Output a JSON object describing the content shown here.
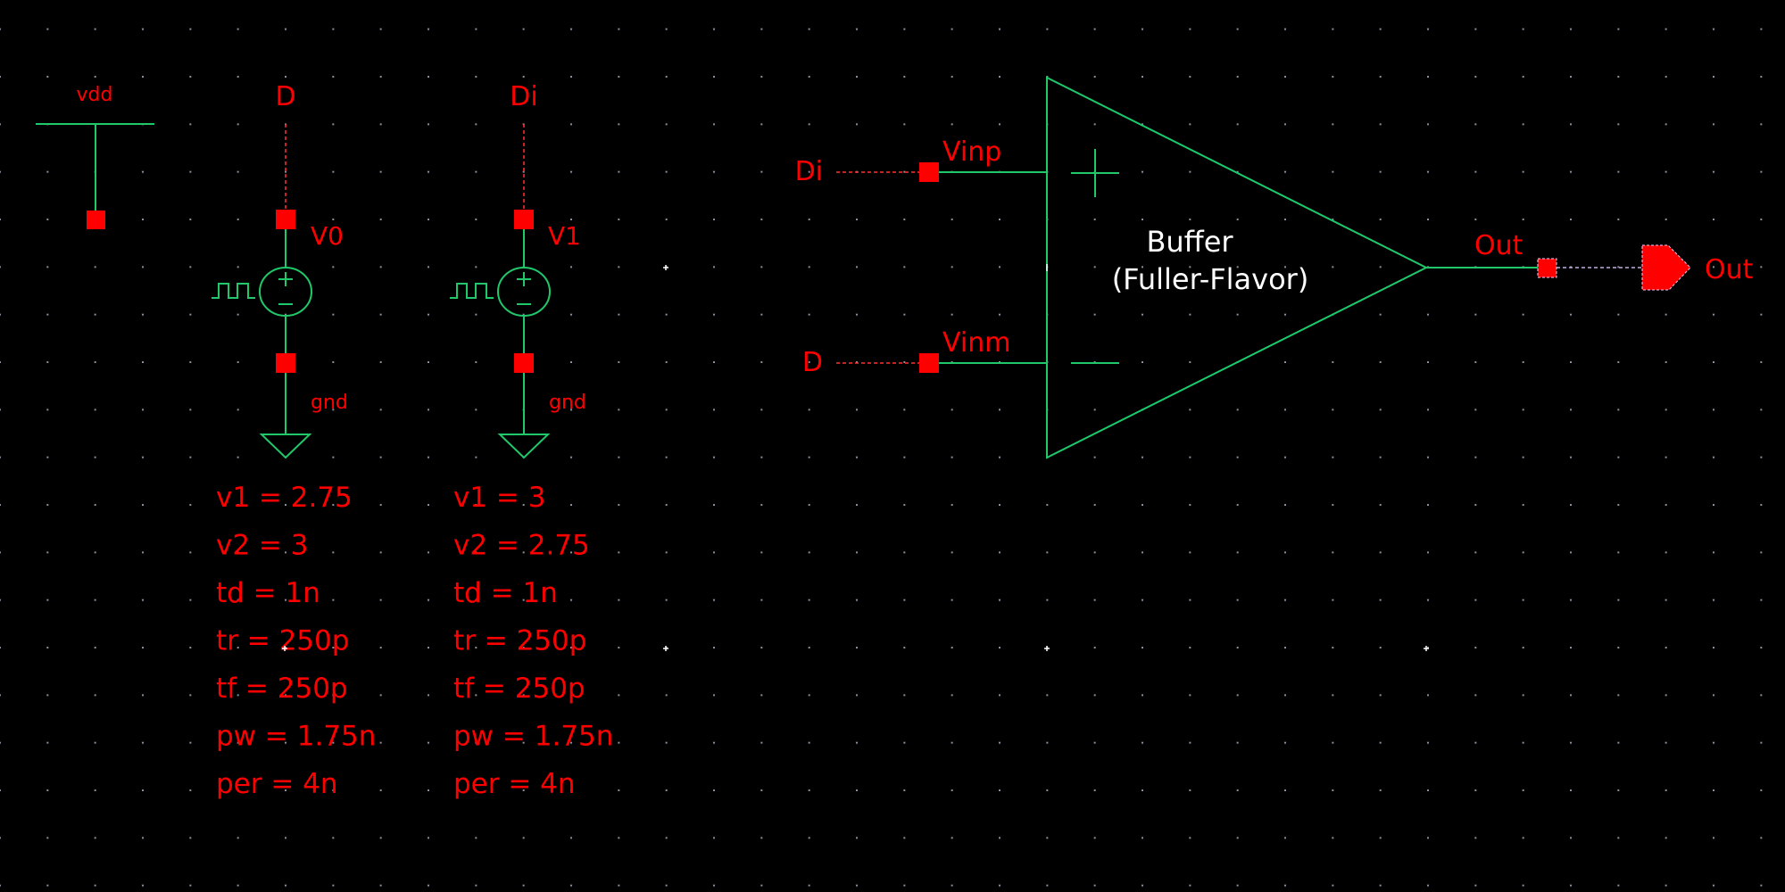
{
  "schematic": {
    "supply": {
      "label": "vdd"
    },
    "sources": [
      {
        "instance": "V0",
        "net": "D",
        "ground_label": "gnd",
        "params": [
          "v1 = 2.75",
          "v2 = 3",
          "td = 1n",
          "tr = 250p",
          "tf = 250p",
          "pw = 1.75n",
          "per = 4n"
        ]
      },
      {
        "instance": "V1",
        "net": "Di",
        "ground_label": "gnd",
        "params": [
          "v1 = 3",
          "v2 = 2.75",
          "td = 1n",
          "tr = 250p",
          "tf = 250p",
          "pw = 1.75n",
          "per = 4n"
        ]
      }
    ],
    "buffer": {
      "title": "Buffer",
      "subtitle": "(Fuller-Flavor)",
      "plus_sign": "+",
      "minus_sign": "−",
      "pins": {
        "inp": "Vinp",
        "inm": "Vinm",
        "out": "Out"
      },
      "inp_net": "Di",
      "inm_net": "D"
    },
    "output_port": {
      "label": "Out"
    }
  },
  "colors": {
    "wire": "#20c86a",
    "pin": "#ff0000",
    "background": "#000000",
    "grid": "#8890a0"
  }
}
